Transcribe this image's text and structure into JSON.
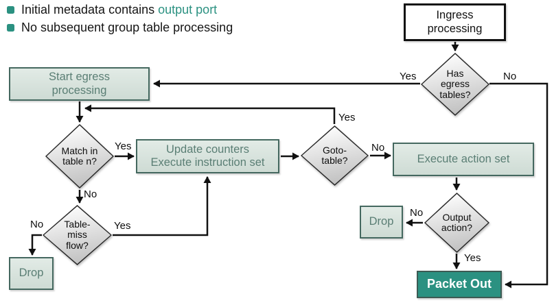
{
  "bullets": [
    {
      "text": "Initial metadata contains ",
      "accent": "output port"
    },
    {
      "text": "No subsequent group table processing",
      "accent": ""
    }
  ],
  "nodes": {
    "ingress": "Ingress\nprocessing",
    "has_egress": "Has\negress\ntables?",
    "start_egress": "Start egress\nprocessing",
    "match_table": "Match in\ntable n?",
    "update_counters": "Update counters\nExecute instruction set",
    "goto_table": "Goto-\ntable?",
    "execute_action": "Execute action set",
    "table_miss": "Table-\nmiss\nflow?",
    "drop_left": "Drop",
    "output_action": "Output\naction?",
    "drop_right": "Drop",
    "packet_out": "Packet Out"
  },
  "edge_labels": {
    "has_egress_yes": "Yes",
    "has_egress_no": "No",
    "match_yes": "Yes",
    "match_no": "No",
    "goto_yes": "Yes",
    "goto_no": "No",
    "table_miss_yes": "Yes",
    "table_miss_no": "No",
    "output_no": "No",
    "output_yes": "Yes"
  },
  "colors": {
    "accent_teal": "#2b9181",
    "node_fill_light": "#d8e3dc",
    "node_border": "#44685f",
    "node_text": "#5a7e74",
    "packet_out_fill": "#2b9181",
    "diamond_fill_top": "#fbfbfb",
    "diamond_fill_bottom": "#bdbdbd",
    "line_color": "#111111"
  }
}
